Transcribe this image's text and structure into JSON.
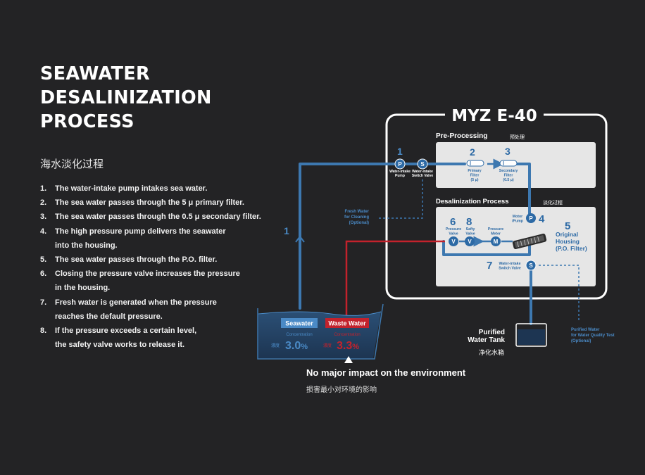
{
  "title": {
    "line1": "SEAWATER",
    "line2": "DESALINIZATION",
    "line3": "PROCESS"
  },
  "subtitle": "海水淡化过程",
  "steps": [
    {
      "n": "1.",
      "lines": [
        "The water-intake pump intakes sea water."
      ]
    },
    {
      "n": "2.",
      "lines": [
        "The sea water passes through the 5 μ primary filter."
      ]
    },
    {
      "n": "3.",
      "lines": [
        "The sea water passes through the 0.5 μ secondary filter."
      ]
    },
    {
      "n": "4.",
      "lines": [
        "The high pressure pump delivers the seawater",
        "into the housing."
      ]
    },
    {
      "n": "5.",
      "lines": [
        "The sea water passes through the P.O. filter."
      ]
    },
    {
      "n": "6.",
      "lines": [
        "Closing the pressure valve increases the pressure",
        "in the housing."
      ]
    },
    {
      "n": "7.",
      "lines": [
        "Fresh water is generated when the pressure",
        "reaches the default pressure."
      ]
    },
    {
      "n": "8.",
      "lines": [
        "If the pressure exceeds a certain level,",
        "the safety valve works to release it."
      ]
    }
  ],
  "diagram": {
    "model": "MYZ E-40",
    "preprocessing": {
      "title": "Pre-Processing",
      "title_cn": "预处理"
    },
    "desalinization": {
      "title": "Desalinization Process",
      "title_cn": "淡化过程"
    },
    "node_p": "P",
    "node_s": "S",
    "node_v": "V",
    "node_m": "M",
    "num1": "1",
    "num2": "2",
    "num3": "3",
    "num4": "4",
    "num5": "5",
    "num6": "6",
    "num7": "7",
    "num8": "8",
    "pump_label": [
      "Water-intake",
      "Pump"
    ],
    "switch_valve_label": [
      "Water-intake",
      "Switch Valve"
    ],
    "primary_filter_label": [
      "Primary",
      "Filter",
      "(5 μ)"
    ],
    "secondary_filter_label": [
      "Secondary",
      "Filter",
      "(0.5 μ)"
    ],
    "motor_label": [
      "Motor",
      "/Pump"
    ],
    "housing_label": [
      "Original",
      "Housing",
      "(P.O. Filter)"
    ],
    "pressure_valve_label": [
      "Pressure",
      "Valve"
    ],
    "safety_valve_label": [
      "Safty",
      "Valve"
    ],
    "pressure_meter_label": [
      "Pressure",
      "Meter"
    ],
    "switch_valve7_label": [
      "Water-intake",
      "Switch Valve"
    ],
    "fresh_water_cleaning": [
      "Fresh Water",
      "for Cleaning",
      "(Optional)"
    ],
    "purified_tank": {
      "line1": "Purified",
      "line2": "Water Tank",
      "cn": "净化水箱"
    },
    "quality_test": [
      "Purified Water",
      "for Water Quality Test",
      "(Optional)"
    ],
    "seawater": {
      "label": "Seawater",
      "conc_label": "Concentration",
      "cn": "濃度",
      "value": "3.0",
      "unit": "%"
    },
    "wastewater": {
      "label": "Waste Water",
      "conc_label": "Concentration",
      "cn": "濃度",
      "value": "3.3",
      "unit": "%"
    }
  },
  "footer": {
    "text": "No major impact on the environment",
    "cn": "损害最小对环境的影响"
  },
  "colors": {
    "background": "#232325",
    "pipe_blue": "#3d78b0",
    "waste_red": "#c3222c",
    "node_blue": "#2d6aa5",
    "panel": "#e6e6e6"
  }
}
